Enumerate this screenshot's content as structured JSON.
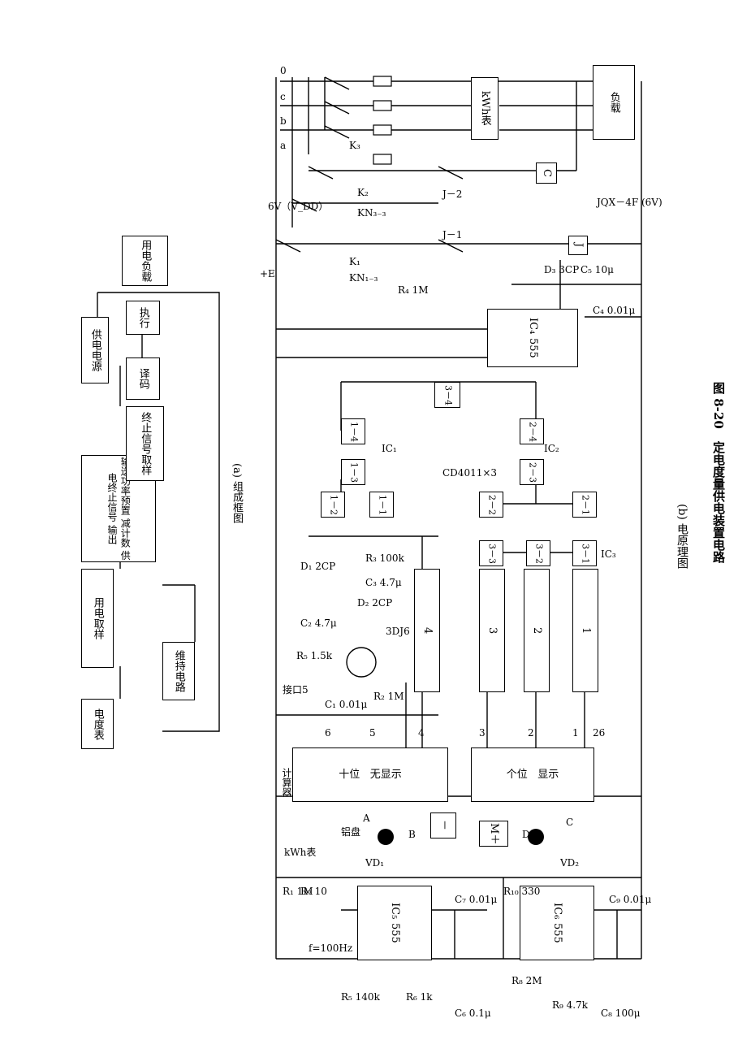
{
  "figure": {
    "caption": "图 8-20　定电度量供电装置电路",
    "sub_a": "(a) 组成框图",
    "sub_b": "(b) 电原理图"
  },
  "block_a": {
    "meter": "电度表",
    "sample": "用电取样",
    "preset": "输送功率预置 减计数 供电终止信号 输出",
    "hold": "维持电路",
    "stop": "终止信号取样",
    "decode": "译码",
    "exec": "执行",
    "power": "供电电源",
    "load": "用电负载"
  },
  "schematic": {
    "phases": [
      "0",
      "c",
      "b",
      "a"
    ],
    "kwh_meter": "kWh表",
    "load": "负载",
    "contactor": "C",
    "k3": "K₃",
    "k2": "K₂",
    "k1": "K₁",
    "kn3a": "KN₃₋₃",
    "kn3b": "KN₁₋₃",
    "vdd": "6V（V_DD）",
    "pe": "+E",
    "j2": "J－2",
    "j1": "J－1",
    "relay": "J",
    "relay_type": "JQX－4F (6V)",
    "ic4": "IC₄",
    "t555a": "555",
    "ic5": "IC₅",
    "t555b": "555",
    "ic6": "IC₆",
    "t555c": "555",
    "ic1": "IC₁",
    "ic2": "IC₂",
    "ic3": "IC₃",
    "cd4011": "CD4011×3",
    "counter": "计算器",
    "tens": "十位",
    "ones": "个位",
    "no_show": "无显示",
    "show": "显示",
    "interface": "接口5",
    "d1": "D₁ 2CP",
    "d2": "D₂ 2CP",
    "t3dj6": "3DJ6",
    "d3": "D₃ 3CP",
    "c1": "C₁ 0.01μ",
    "c2": "C₂ 4.7μ",
    "c3": "C₃ 4.7μ",
    "c4": "C₄ 0.01μ",
    "c5": "C₅ 10μ",
    "c7": "C₇ 0.01μ",
    "c9": "C₉ 0.01μ",
    "c8": "C₈ 100μ",
    "c6": "C₆ 0.1μ",
    "r1": "R₁ 1M",
    "r2": "R₂ 1M",
    "r3": "R₃ 100k",
    "r4": "R₄ 1M",
    "r5": "R₅ 1.5k",
    "r6": "R₆ 1k",
    "r5b": "R₅ 140k",
    "r7": "R₇ 10",
    "r10": "R₁₀ 330",
    "r8": "R₈ 2M",
    "r9": "R₉ 4.7k",
    "freq": "f=100Hz",
    "disc": "铝盘",
    "kwh2": "kWh表",
    "vd1": "VD₁",
    "vd2": "VD₂",
    "gate_ia": "1－4",
    "gate_ib": "1－3",
    "gate_ic": "1－2",
    "gate_id": "1－1",
    "gate_34": "3－4",
    "gate_2a": "2－4",
    "gate_2b": "2－3",
    "gate_2c": "2－2",
    "gate_2d": "2－1",
    "gate_3a": "3－3",
    "gate_3b": "3－2",
    "gate_3c": "3－1",
    "m_plus": "M＋",
    "minus": "－",
    "circle_a": "A",
    "circle_b": "B",
    "circle_c": "C",
    "circle_d": "D",
    "pins": [
      "6",
      "5",
      "4",
      "3",
      "2",
      "1",
      "26"
    ],
    "bits": [
      "4",
      "3",
      "2",
      "1"
    ],
    "zero": "0",
    "one": "1"
  }
}
